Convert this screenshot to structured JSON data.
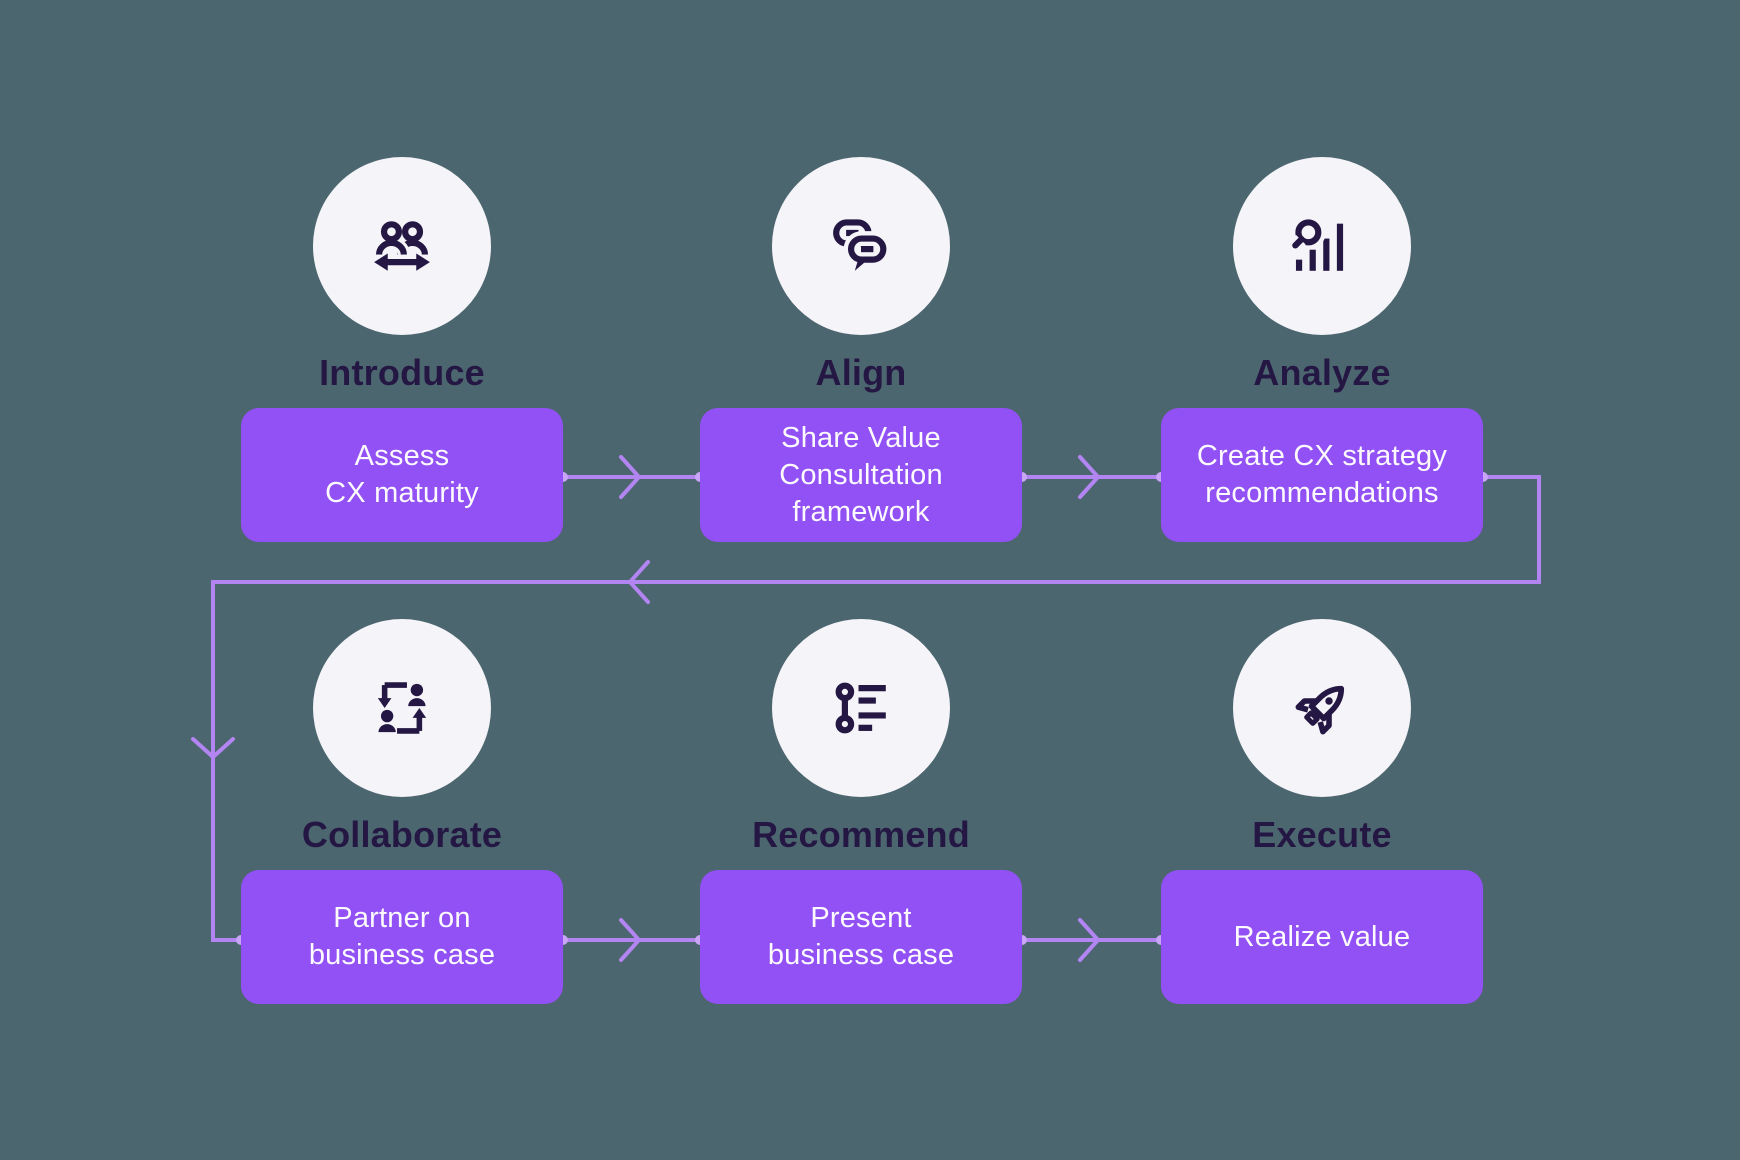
{
  "colors": {
    "background": "#4C6670",
    "circle_fill": "#F5F4F8",
    "icon_color": "#241743",
    "label_text": "#241743",
    "box_fill": "#9251F4",
    "box_text": "#FCFAFE",
    "connector": "#B385F2",
    "connector_dot": "#C9A6F5"
  },
  "stages": [
    {
      "id": "introduce",
      "label": "Introduce",
      "icon": "people-exchange-icon",
      "box_text": "Assess\nCX maturity"
    },
    {
      "id": "align",
      "label": "Align",
      "icon": "chat-bubbles-icon",
      "box_text": "Share Value\nConsultation\nframework"
    },
    {
      "id": "analyze",
      "label": "Analyze",
      "icon": "magnifier-bar-chart-icon",
      "box_text": "Create CX strategy\nrecommendations"
    },
    {
      "id": "collaborate",
      "label": "Collaborate",
      "icon": "people-cycle-icon",
      "box_text": "Partner on\nbusiness case"
    },
    {
      "id": "recommend",
      "label": "Recommend",
      "icon": "list-branch-icon",
      "box_text": "Present\nbusiness case"
    },
    {
      "id": "execute",
      "label": "Execute",
      "icon": "rocket-icon",
      "box_text": "Realize value"
    }
  ],
  "connections": [
    {
      "from": "Introduce",
      "to": "Align"
    },
    {
      "from": "Align",
      "to": "Analyze"
    },
    {
      "from": "Analyze",
      "to": "Collaborate",
      "style": "feedback-loop"
    },
    {
      "from": "Collaborate",
      "to": "Recommend"
    },
    {
      "from": "Recommend",
      "to": "Execute"
    }
  ]
}
